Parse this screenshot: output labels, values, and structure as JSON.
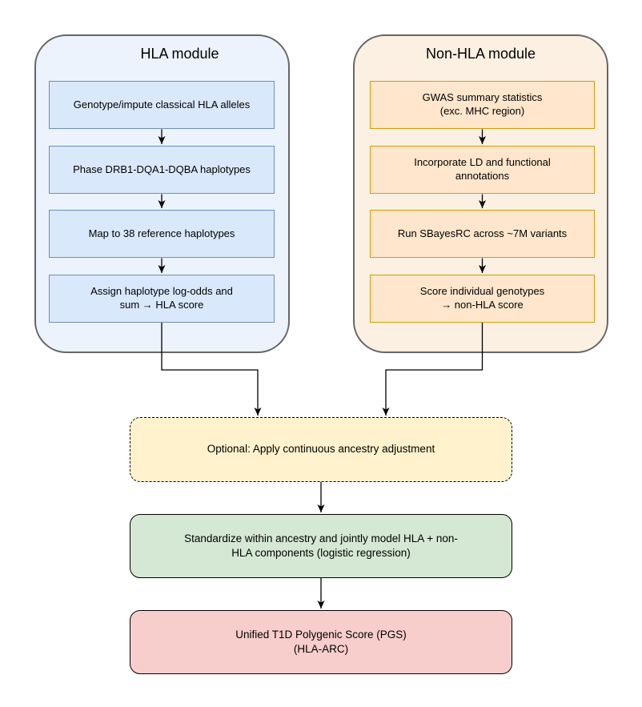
{
  "colors": {
    "panel_border": "#666666",
    "hla_panel_fill": "#ecf3fd",
    "hla_box_fill": "#dae8fc",
    "hla_box_border": "#6c8ebf",
    "nonhla_panel_fill": "#fcf0e2",
    "nonhla_box_fill": "#ffe6cc",
    "nonhla_box_border": "#d79b00",
    "optional_fill": "#fff2cc",
    "standardize_fill": "#d5e8d4",
    "final_fill": "#f8cecc",
    "arrow": "#000000"
  },
  "hla_module": {
    "title": "HLA module",
    "steps": [
      "Genotype/impute classical HLA alleles",
      "Phase DRB1-DQA1-DQBA haplotypes",
      "Map to 38 reference haplotypes",
      "Assign haplotype log-odds and\nsum → HLA score"
    ]
  },
  "non_hla_module": {
    "title": "Non-HLA module",
    "steps": [
      "GWAS summary statistics\n(exc. MHC region)",
      "Incorporate LD and functional\nannotations",
      "Run SBayesRC across ~7M variants",
      "Score individual genotypes\n→ non-HLA score"
    ]
  },
  "pipeline": {
    "optional_adjustment": "Optional: Apply continuous ancestry adjustment",
    "standardize": "Standardize within ancestry and jointly model HLA + non-\nHLA components (logistic regression)",
    "final_score": "Unified T1D Polygenic Score (PGS)\n(HLA-ARC)"
  }
}
